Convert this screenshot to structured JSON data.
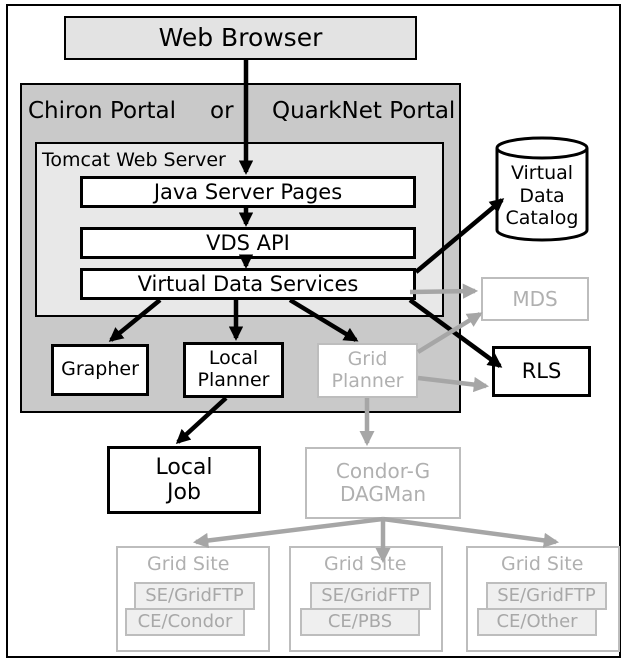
{
  "web_browser": "Web Browser",
  "portal": {
    "chiron": "Chiron Portal",
    "or": "or",
    "quarknet": "QuarkNet Portal"
  },
  "tomcat": "Tomcat Web Server",
  "jsp": "Java Server Pages",
  "vds_api": "VDS API",
  "vds": "Virtual Data Services",
  "grapher": "Grapher",
  "local_planner": [
    "Local",
    "Planner"
  ],
  "grid_planner": [
    "Grid",
    "Planner"
  ],
  "vdc": [
    "Virtual",
    "Data",
    "Catalog"
  ],
  "mds": "MDS",
  "rls": "RLS",
  "local_job": [
    "Local",
    "Job"
  ],
  "condor": [
    "Condor-G",
    "DAGMan"
  ],
  "sites": [
    {
      "title": "Grid Site",
      "se": "SE/GridFTP",
      "ce": "CE/Condor"
    },
    {
      "title": "Grid Site",
      "se": "SE/GridFTP",
      "ce": "CE/PBS"
    },
    {
      "title": "Grid Site",
      "se": "SE/GridFTP",
      "ce": "CE/Other"
    }
  ],
  "colors": {
    "active": "#000000",
    "inactive": "#a6a6a6",
    "portal_fill": "#c9c9c9",
    "tomcat_fill": "#e8e8e8"
  }
}
